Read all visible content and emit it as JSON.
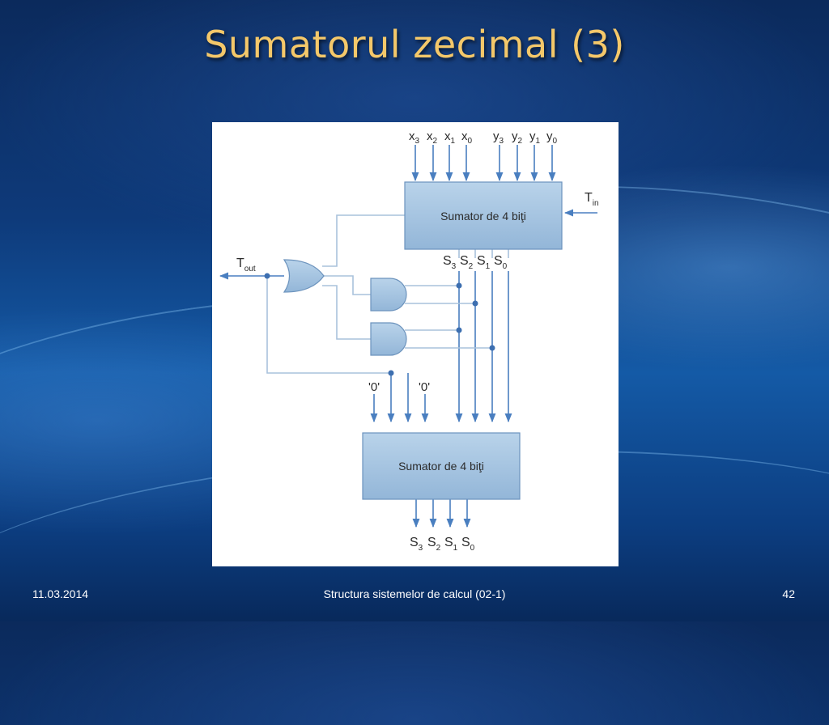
{
  "slide": {
    "title": "Sumatorul zecimal (3)",
    "footer_date": "11.03.2014",
    "footer_course": "Structura sistemelor de calcul (02-1)",
    "footer_page": "42"
  },
  "diagram": {
    "upper_adder_label": "Sumator de 4 biţi",
    "lower_adder_label": "Sumator de 4 biţi",
    "x_inputs": [
      {
        "base": "x",
        "sub": "3"
      },
      {
        "base": "x",
        "sub": "2"
      },
      {
        "base": "x",
        "sub": "1"
      },
      {
        "base": "x",
        "sub": "0"
      }
    ],
    "y_inputs": [
      {
        "base": "y",
        "sub": "3"
      },
      {
        "base": "y",
        "sub": "2"
      },
      {
        "base": "y",
        "sub": "1"
      },
      {
        "base": "y",
        "sub": "0"
      }
    ],
    "carry_in": {
      "base": "T",
      "sub": "in"
    },
    "carry_out": {
      "base": "T",
      "sub": "out"
    },
    "intermediate_sums": [
      {
        "base": "S",
        "sub": "3"
      },
      {
        "base": "S",
        "sub": "2"
      },
      {
        "base": "S",
        "sub": "1"
      },
      {
        "base": "S",
        "sub": "0"
      }
    ],
    "constant_inputs": [
      "'0'",
      "'0'"
    ],
    "final_sums": [
      {
        "base": "S",
        "sub": "3"
      },
      {
        "base": "S",
        "sub": "2"
      },
      {
        "base": "S",
        "sub": "1"
      },
      {
        "base": "S",
        "sub": "0"
      }
    ],
    "colors": {
      "wire": "#a9c2dc",
      "arrow": "#4a7fc0",
      "box_fill": "#a3c3e0",
      "box_stroke": "#6c93bd",
      "gate_fill": "#a3c3e0",
      "dot": "#3d6fb0"
    }
  }
}
